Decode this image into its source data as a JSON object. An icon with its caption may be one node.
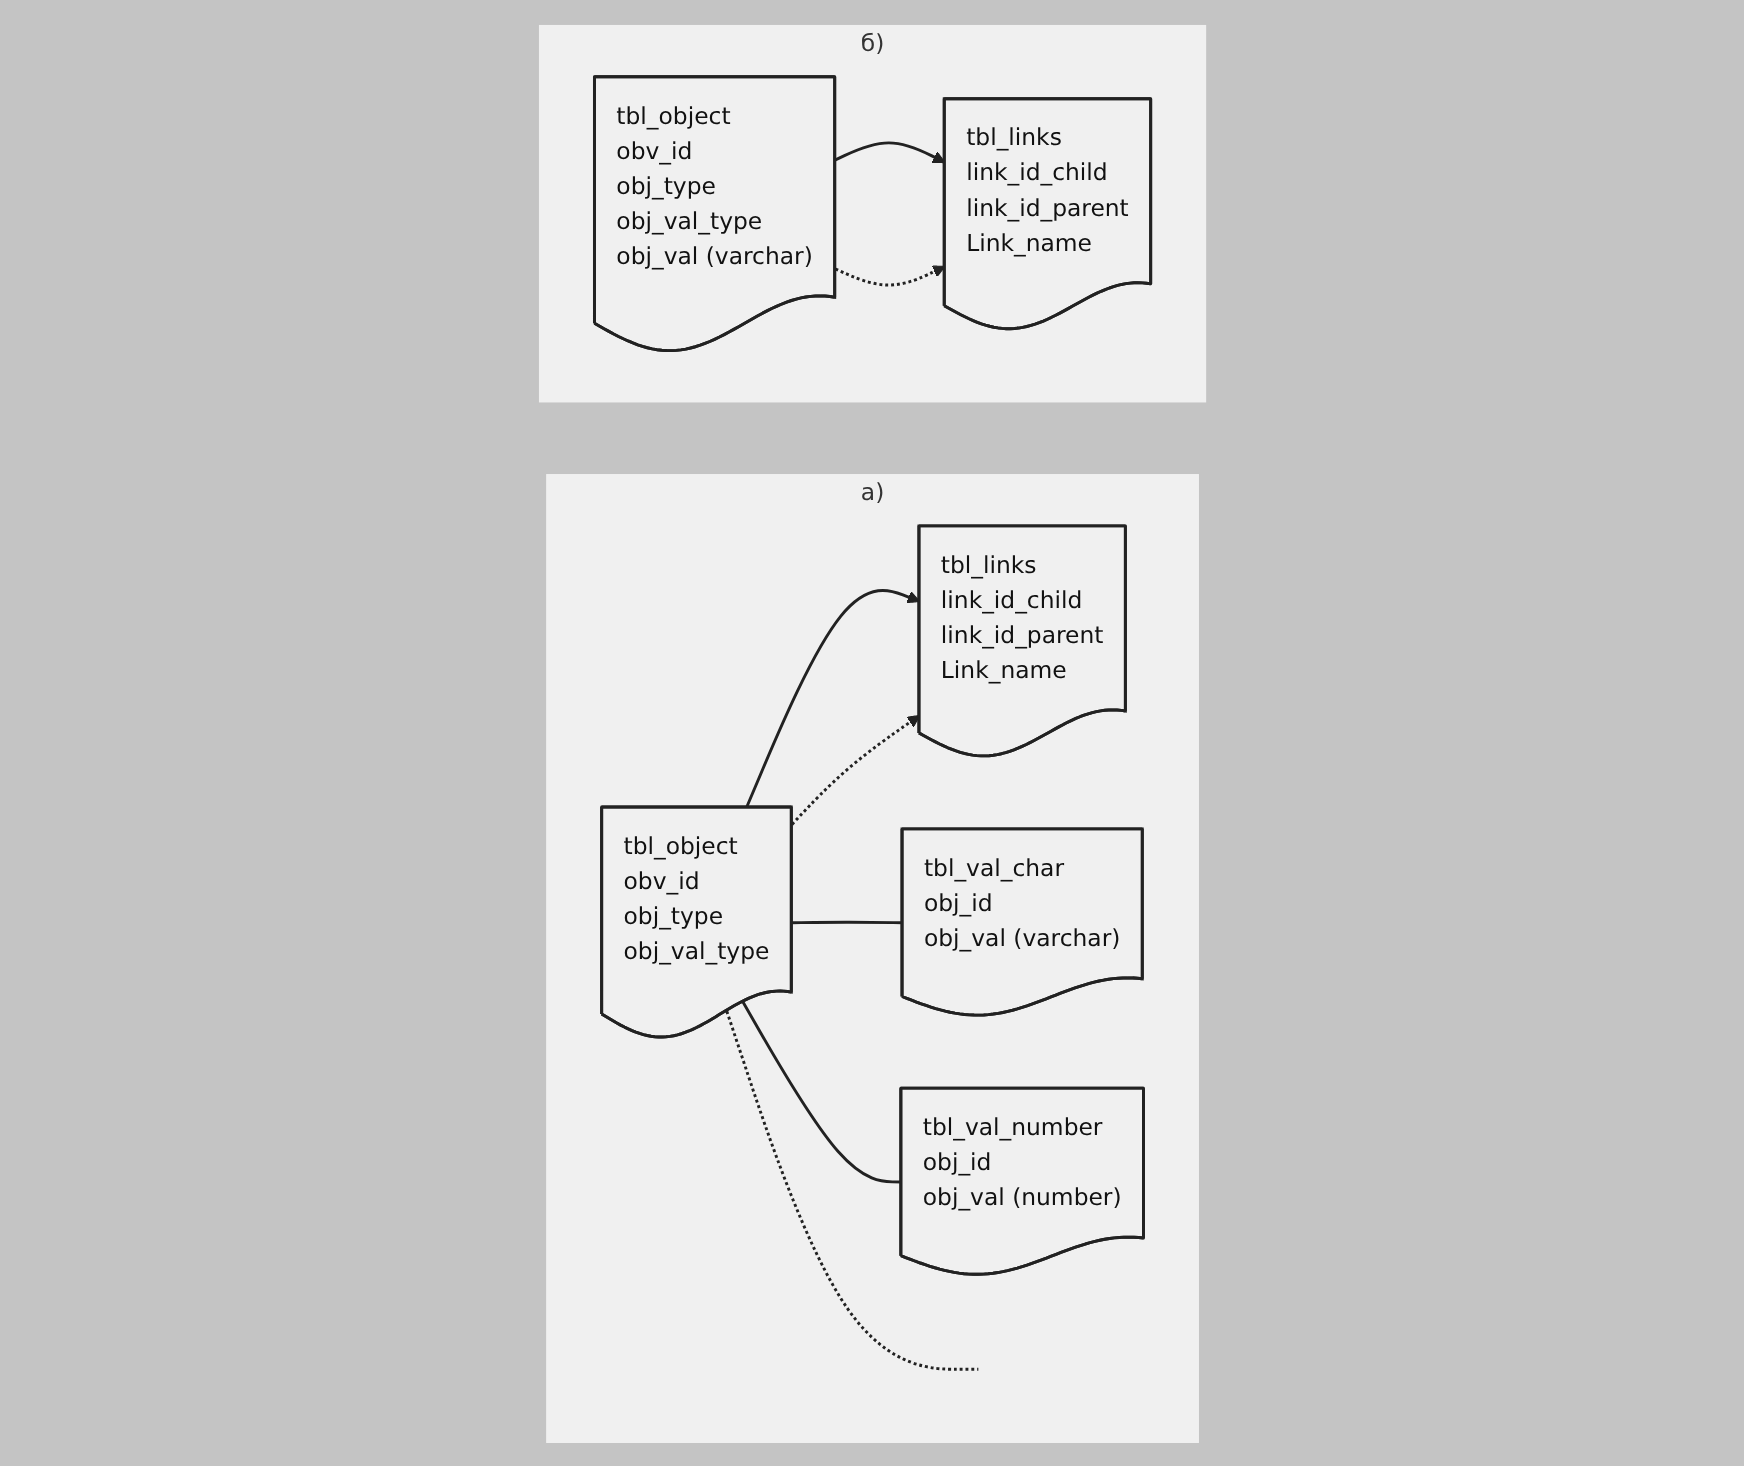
{
  "diagram": {
    "nodes": [
      {
        "text": [
          "а)"
        ]
      },
      {
        "text": [
          "tbl_links",
          "link_id_child",
          "link_id_parent",
          "Link_name"
        ],
        "in": 0
      },
      {
        "text": [
          "tbl_object",
          "obv_id",
          "obj_type",
          "obj_val_type"
        ],
        "in": 0
      },
      {
        "text": [
          "tbl_val_char",
          "obj_id",
          "obj_val (varchar)"
        ],
        "in": 0
      },
      {
        "text": [
          "tbl_val_number",
          "obj_id",
          "obj_val (number)"
        ],
        "in": 0
      },
      {
        "text": [
          "б)"
        ]
      },
      {
        "text": [
          "tbl_links",
          "link_id_child",
          "link_id_parent",
          "Link_name"
        ],
        "in": 5
      },
      {
        "text": [
          "tbl_object",
          "obv_id",
          "obj_type",
          "obj_val_type",
          "obj_val (varchar)"
        ],
        "in": 5
      }
    ],
    "edges": [
      {
        "from": 2,
        "to": 1,
        "arrow": "to"
      },
      {
        "from": 2,
        "to": 1,
        "arrow": "to",
        "style": "dashed"
      },
      {
        "from": 2,
        "to": 3,
        "arrow": "none"
      },
      {
        "from": 2,
        "to": 4,
        "arrow": "none"
      },
      {
        "from": 2,
        "to": null,
        "arrow": "none",
        "style": "dashed"
      },
      {
        "from": 7,
        "to": 6,
        "arrow": "to"
      },
      {
        "from": 7,
        "to": 6,
        "arrow": "to",
        "style": "dashed"
      }
    ]
  }
}
